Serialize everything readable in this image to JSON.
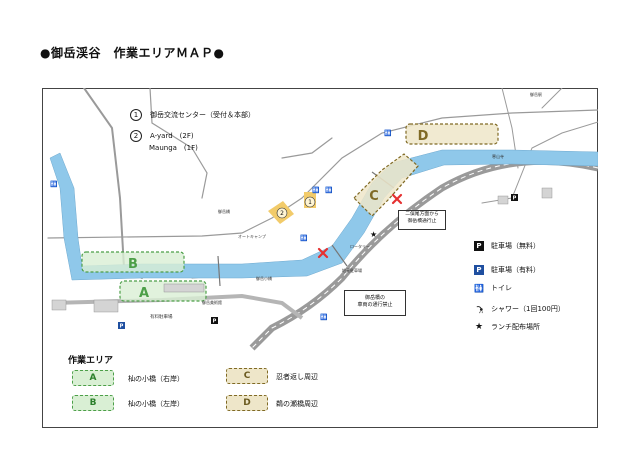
{
  "title": "●御岳渓谷　作業エリアＭＡＰ●",
  "facilities": [
    {
      "num": "1",
      "label": "御岳交流センター（受付＆本部）"
    },
    {
      "num": "2",
      "label": "A-yard　(2F)",
      "sub": "Maunga　(1F)"
    }
  ],
  "legend": {
    "free_parking": "駐車場（無料）",
    "paid_parking": "駐車場（有料）",
    "toilet": "トイレ",
    "shower": "シャワー（1回100円）",
    "lunch": "ランチ配布場所",
    "p_symbol": "P",
    "star_symbol": "★"
  },
  "work_areas_title": "作業エリア",
  "work_areas": [
    {
      "code": "A",
      "label": "杣の小橋（右岸）",
      "color": "green"
    },
    {
      "code": "B",
      "label": "杣の小橋（左岸）",
      "color": "green"
    },
    {
      "code": "C",
      "label": "忍者返し周辺",
      "color": "olive"
    },
    {
      "code": "D",
      "label": "鵜の瀬橋周辺",
      "color": "olive"
    }
  ],
  "map_notes": {
    "closure": "二俣尾方面から\n御岳橋通行止",
    "crossing": "御岳橋の\n車両の通行禁止",
    "parking_note": "有料駐車場"
  },
  "colors": {
    "river": "#8fc8ea",
    "area_green_fill": "#d9efd4",
    "area_green_border": "#4c9f48",
    "area_olive_fill": "#eee6c9",
    "area_olive_border": "#806a25",
    "road": "#9a9a9a",
    "cross": "#e53030",
    "badge": "#f2cb6a"
  }
}
